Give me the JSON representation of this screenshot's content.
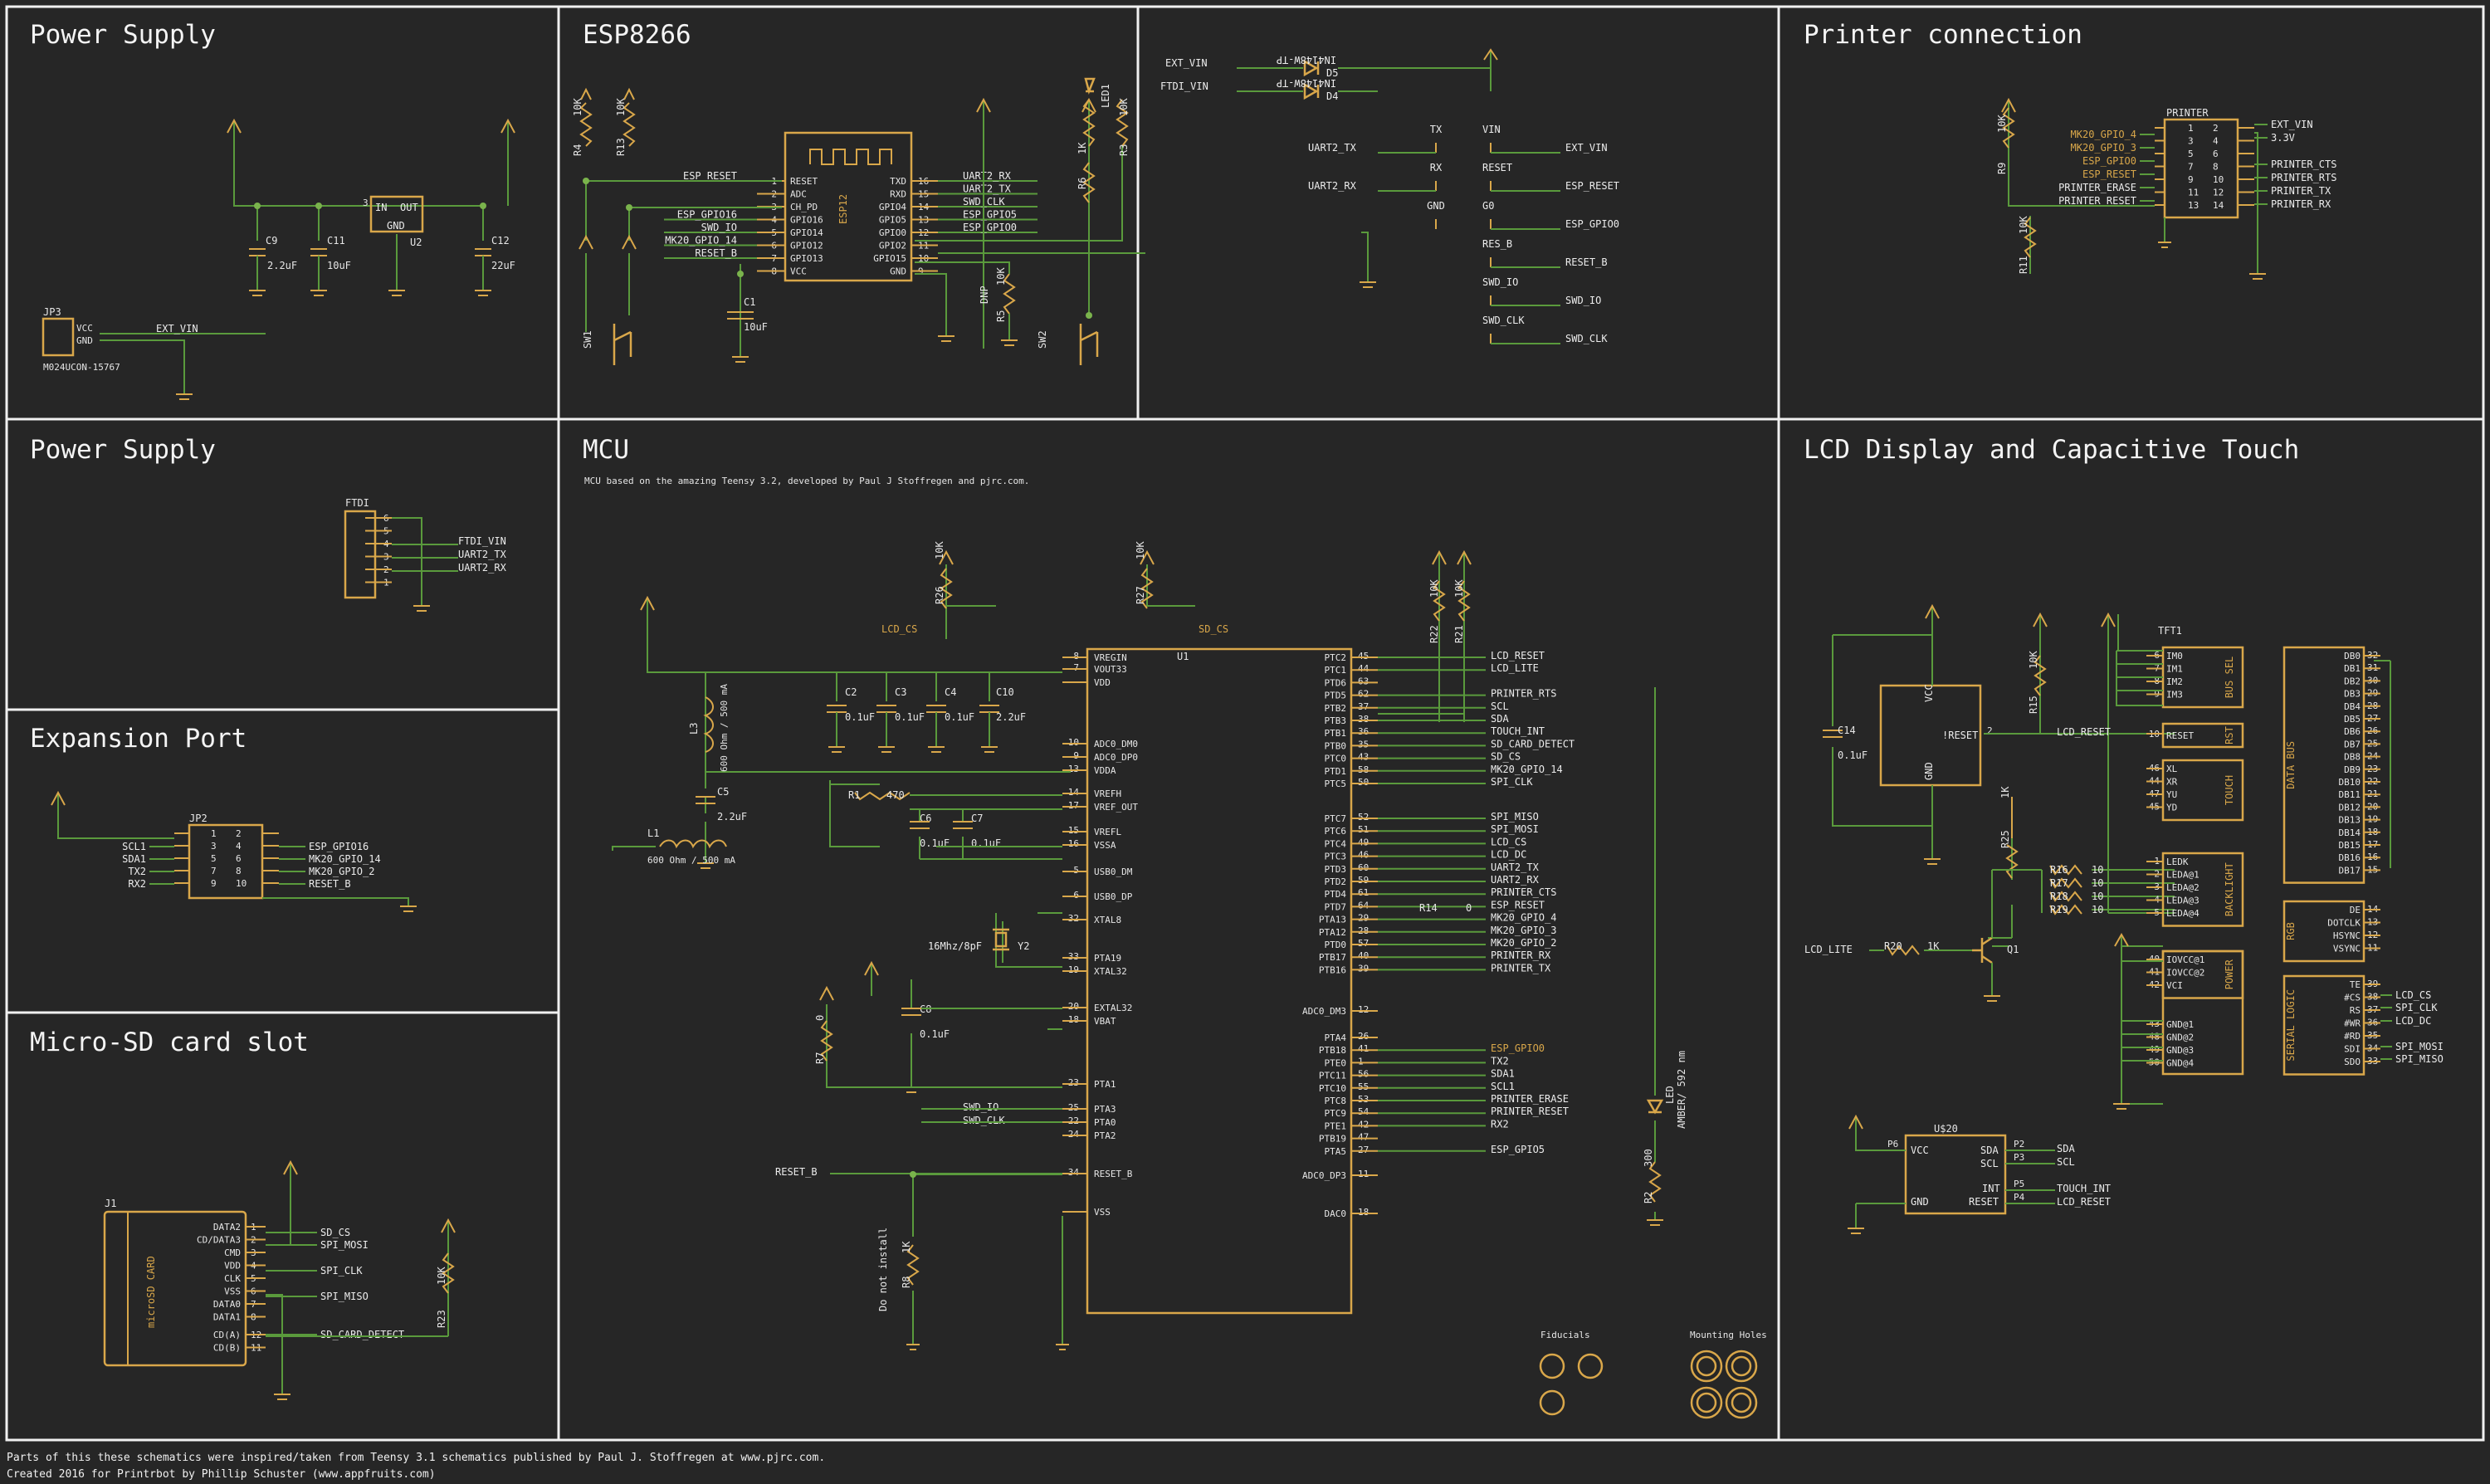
{
  "sections": [
    {
      "id": "power1",
      "title": "Power Supply"
    },
    {
      "id": "esp",
      "title": "ESP8266"
    },
    {
      "id": "printer",
      "title": "Printer connection"
    },
    {
      "id": "power2",
      "title": "Power Supply"
    },
    {
      "id": "mcu",
      "title": "MCU"
    },
    {
      "id": "lcd",
      "title": "LCD Display and Capacitive Touch"
    },
    {
      "id": "exp",
      "title": "Expansion Port"
    },
    {
      "id": "sd",
      "title": "Micro-SD card slot"
    }
  ],
  "mcu_note": "MCU based on the amazing Teensy 3.2, developed by Paul J Stoffregen and pjrc.com.",
  "footer": [
    "Parts of this these schematics were inspired/taken from Teensy 3.1 schematics published by Paul J. Stoffregen at www.pjrc.com.",
    "Created 2016 for Printrbot by Phillip Schuster (www.appfruits.com)"
  ],
  "power1": {
    "caps": [
      "C9",
      "2.2uF",
      "C11",
      "10uF",
      "C12",
      "22uF"
    ],
    "reg": {
      "ref": "U2",
      "in": "IN",
      "out": "OUT",
      "gnd": "GND",
      "pin_in": "3"
    },
    "jp3": {
      "ref": "JP3",
      "pins": [
        "VCC",
        "GND"
      ],
      "net": "EXT_VIN",
      "part": "M024UCON-15767"
    }
  },
  "esp": {
    "chip": "ESP12",
    "left_pins": [
      "RESET",
      "ADC",
      "CH_PD",
      "GPIO16",
      "GPIO14",
      "GPIO12",
      "GPIO13",
      "VCC"
    ],
    "left_nums": [
      "1",
      "2",
      "3",
      "4",
      "5",
      "6",
      "7",
      "8"
    ],
    "right_pins": [
      "TXD",
      "RXD",
      "GPIO4",
      "GPIO5",
      "GPIO0",
      "GPIO2",
      "GPIO15",
      "GND"
    ],
    "right_nums": [
      "16",
      "15",
      "14",
      "13",
      "12",
      "11",
      "10",
      "9"
    ],
    "left_nets": [
      "ESP_RESET",
      "",
      "",
      "ESP_GPIO16",
      "SWD_IO",
      "MK20_GPIO_14",
      "RESET_B",
      ""
    ],
    "right_nets": [
      "UART2_RX",
      "UART2_TX",
      "SWD_CLK",
      "ESP_GPIO5",
      "ESP_GPIO0",
      "",
      "",
      ""
    ],
    "parts": [
      "R4",
      "10K",
      "R13",
      "10K",
      "C1",
      "10uF",
      "SW1",
      "SW2",
      "LED1",
      "R6",
      "1K",
      "R3",
      "10K",
      "R5",
      "10K",
      "DNP"
    ]
  },
  "links": {
    "diodes": [
      {
        "net": "EXT_VIN",
        "part": "IN4148W-TP",
        "ref": "D5"
      },
      {
        "net": "FTDI_VIN",
        "part": "IN4148W-TP",
        "ref": "D4"
      }
    ],
    "pairs": [
      [
        "TX",
        "UART2_TX"
      ],
      [
        "RX",
        "UART2_RX"
      ],
      [
        "GND",
        ""
      ],
      [
        "VIN",
        "EXT_VIN"
      ],
      [
        "RESET",
        "ESP_RESET"
      ],
      [
        "G0",
        "ESP_GPIO0"
      ],
      [
        "RES_B",
        "RESET_B"
      ],
      [
        "SWD_IO",
        "SWD_IO"
      ],
      [
        "SWD_CLK",
        "SWD_CLK"
      ]
    ]
  },
  "printer": {
    "ref": "PRINTER",
    "left_nets": [
      "MK20_GPIO_4",
      "MK20_GPIO_3",
      "ESP_GPIO0",
      "ESP_RESET",
      "PRINTER_ERASE",
      "PRINTER_RESET"
    ],
    "left_nums": [
      "1",
      "3",
      "5",
      "7",
      "9",
      "11",
      "13"
    ],
    "right_nums": [
      "2",
      "4",
      "6",
      "8",
      "10",
      "12",
      "14"
    ],
    "right_nets": [
      "EXT_VIN",
      "3.3V",
      "PRINTER_CTS",
      "PRINTER_RTS",
      "PRINTER_TX",
      "PRINTER_RX"
    ],
    "parts": [
      "R9",
      "10K",
      "R11",
      "10K"
    ]
  },
  "ftdi": {
    "ref": "FTDI",
    "nums": [
      "6",
      "5",
      "4",
      "3",
      "2",
      "1"
    ],
    "nets": [
      "FTDI_VIN",
      "UART2_TX",
      "UART2_RX"
    ]
  },
  "expansion": {
    "ref": "JP2",
    "left_nets": [
      "SCL1",
      "SDA1",
      "TX2",
      "RX2"
    ],
    "left_nums": [
      "1",
      "3",
      "5",
      "7",
      "9"
    ],
    "right_nums": [
      "2",
      "4",
      "6",
      "8",
      "10"
    ],
    "right_nets": [
      "ESP_GPIO16",
      "MK20_GPIO_14",
      "MK20_GPIO_2",
      "RESET_B"
    ]
  },
  "sd": {
    "ref": "J1",
    "label": "microSD CARD",
    "pins": [
      "DATA2",
      "CD/DATA3",
      "CMD",
      "VDD",
      "CLK",
      "VSS",
      "DATA0",
      "DATA1",
      "CD(A)",
      "CD(B)"
    ],
    "nums": [
      "1",
      "2",
      "3",
      "4",
      "5",
      "6",
      "7",
      "8",
      "12",
      "11"
    ],
    "nets": [
      "SD_CS",
      "SPI_MOSI",
      "SPI_CLK",
      "SPI_MISO",
      "SD_CARD_DETECT"
    ],
    "parts": [
      "R23",
      "10K"
    ]
  },
  "mcu": {
    "ref": "U1",
    "left_pins": [
      "VREGIN",
      "VOUT33",
      "VDD",
      "ADC0_DM0",
      "ADC0_DP0",
      "VDDA",
      "VREFH",
      "VREF_OUT",
      "VREFL",
      "VSSA",
      "USB0_DM",
      "USB0_DP",
      "XTAL8",
      "PTA19",
      "XTAL32",
      "EXTAL32",
      "VBAT",
      "PTA1",
      "PTA3",
      "PTA0",
      "PTA2",
      "RESET_B",
      "VSS"
    ],
    "left_nums": [
      "8",
      "7",
      "",
      "10",
      "9",
      "13",
      "14",
      "17",
      "15",
      "16",
      "5",
      "6",
      "32",
      "33",
      "19",
      "20",
      "18",
      "23",
      "25",
      "22",
      "24",
      "34",
      ""
    ],
    "right_pins": [
      "PTC2",
      "PTC1",
      "PTD6",
      "PTD5",
      "PTB2",
      "PTB3",
      "PTB1",
      "PTB0",
      "PTC0",
      "PTD1",
      "PTC5",
      "PTC7",
      "PTC6",
      "PTC4",
      "PTC3",
      "PTD3",
      "PTD2",
      "PTD4",
      "PTD7",
      "PTA13",
      "PTA12",
      "PTD0",
      "PTB17",
      "PTB16",
      "ADC0_DM3",
      "PTA4",
      "PTB18",
      "PTE0",
      "PTC11",
      "PTC10",
      "PTC8",
      "PTC9",
      "PTE1",
      "PTB19",
      "PTA5",
      "ADC0_DP3",
      "DAC0"
    ],
    "right_nums": [
      "45",
      "44",
      "63",
      "62",
      "37",
      "38",
      "36",
      "35",
      "43",
      "58",
      "50",
      "52",
      "51",
      "49",
      "46",
      "60",
      "59",
      "61",
      "64",
      "29",
      "28",
      "57",
      "40",
      "39",
      "12",
      "26",
      "41",
      "1",
      "56",
      "55",
      "53",
      "54",
      "42",
      "47",
      "27",
      "11",
      "18"
    ],
    "right_nets": [
      "LCD_RESET",
      "LCD_LITE",
      "",
      "PRINTER_RTS",
      "SCL",
      "SDA",
      "TOUCH_INT",
      "SD_CARD_DETECT",
      "SD_CS",
      "MK20_GPIO_14",
      "SPI_CLK",
      "SPI_MISO",
      "SPI_MOSI",
      "LCD_CS",
      "LCD_DC",
      "UART2_TX",
      "UART2_RX",
      "PRINTER_CTS",
      "ESP_RESET",
      "MK20_GPIO_4",
      "MK20_GPIO_3",
      "MK20_GPIO_2",
      "PRINTER_RX",
      "PRINTER_TX",
      "",
      "",
      "ESP_GPIO0",
      "TX2",
      "SDA1",
      "SCL1",
      "PRINTER_ERASE",
      "PRINTER_RESET",
      "RX2",
      "",
      "ESP_GPIO5",
      "",
      ""
    ],
    "left_nets": [
      "SWD_IO",
      "SWD_CLK",
      "RESET_B"
    ],
    "caps": [
      "C2",
      "0.1uF",
      "C3",
      "0.1uF",
      "C4",
      "0.1uF",
      "C10",
      "2.2uF",
      "C5",
      "2.2uF",
      "C6",
      "0.1uF",
      "C7",
      "0.1uF",
      "C8",
      "0.1uF"
    ],
    "misc": [
      "R26",
      "10K",
      "LCD_CS",
      "R27",
      "10K",
      "SD_CS",
      "R22",
      "10K",
      "R21",
      "10K",
      "R1",
      "470",
      "R14",
      "0",
      "L3",
      "600 Ohm / 500 mA",
      "L1",
      "600 Ohm / 500 mA",
      "16Mhz/8pF",
      "Y2",
      "R7",
      "0",
      "R8",
      "1K",
      "Do not install",
      "LED",
      "AMBER/ 592 nm",
      "R2",
      "300"
    ],
    "fiducials": "Fiducials",
    "mounting": "Mounting Holes"
  },
  "lcd": {
    "ref": "TFT1",
    "bus_sel": [
      "IM0",
      "IM1",
      "IM2",
      "IM3"
    ],
    "bus_sel_nums": [
      "6",
      "7",
      "8",
      "9"
    ],
    "reset": {
      "num": "10",
      "pin": "RESET"
    },
    "touch": [
      "XL",
      "XR",
      "YU",
      "YD"
    ],
    "touch_nums": [
      "46",
      "44",
      "47",
      "45"
    ],
    "backlight": [
      "LEDK",
      "LEDA@1",
      "LEDA@2",
      "LEDA@3",
      "LEDA@4"
    ],
    "backlight_nums": [
      "1",
      "2",
      "3",
      "4",
      "5"
    ],
    "power": [
      "IOVCC@1",
      "IOVCC@2",
      "VCI",
      "GND@1",
      "GND@2",
      "GND@3",
      "GND@4"
    ],
    "power_nums": [
      "40",
      "41",
      "42",
      "43",
      "48",
      "49",
      "50"
    ],
    "data": [
      "DB0",
      "DB1",
      "DB2",
      "DB3",
      "DB4",
      "DB5",
      "DB6",
      "DB7",
      "DB8",
      "DB9",
      "DB10",
      "DB11",
      "DB12",
      "DB13",
      "DB14",
      "DB15",
      "DB16",
      "DB17"
    ],
    "data_nums": [
      "32",
      "31",
      "30",
      "29",
      "28",
      "27",
      "26",
      "25",
      "24",
      "23",
      "22",
      "21",
      "20",
      "19",
      "18",
      "17",
      "16",
      "15"
    ],
    "rgb": [
      "DE",
      "DOTCLK",
      "HSYNC",
      "VSYNC"
    ],
    "rgb_nums": [
      "14",
      "13",
      "12",
      "11"
    ],
    "serial": [
      "TE",
      "#CS",
      "RS",
      "#WR",
      "#RD",
      "SDI",
      "SDO"
    ],
    "serial_nums": [
      "39",
      "38",
      "37",
      "36",
      "35",
      "34",
      "33"
    ],
    "serial_nets": [
      "LCD_CS",
      "SPI_CLK",
      "LCD_DC",
      "SPI_MOSI",
      "SPI_MISO"
    ],
    "group_labels": [
      "BUS SEL",
      "RST",
      "TOUCH",
      "BACKLIGHT",
      "POWER",
      "DATA BUS",
      "RGB",
      "SERIAL LOGIC"
    ],
    "parts": [
      "C14",
      "0.1uF",
      "R15",
      "10K",
      "R25",
      "1K",
      "R16",
      "10",
      "R17",
      "10",
      "R18",
      "10",
      "R19",
      "10",
      "R20",
      "1K",
      "Q1",
      "LCD_LITE",
      "LCD_RESET"
    ],
    "u4": {
      "ref": "U$20",
      "vcc": "VCC",
      "gnd": "GND",
      "sda": "SDA",
      "scl": "SCL",
      "int": "INT",
      "reset": "RESET",
      "p": [
        "P6",
        "P2",
        "P3",
        "P5",
        "P4"
      ],
      "nets": [
        "SDA",
        "SCL",
        "TOUCH_INT",
        "LCD_RESET"
      ]
    },
    "ic_left": {
      "vcc": "VCC",
      "gnd": "GND",
      "reset": "!RESET",
      "pin": "2"
    }
  }
}
